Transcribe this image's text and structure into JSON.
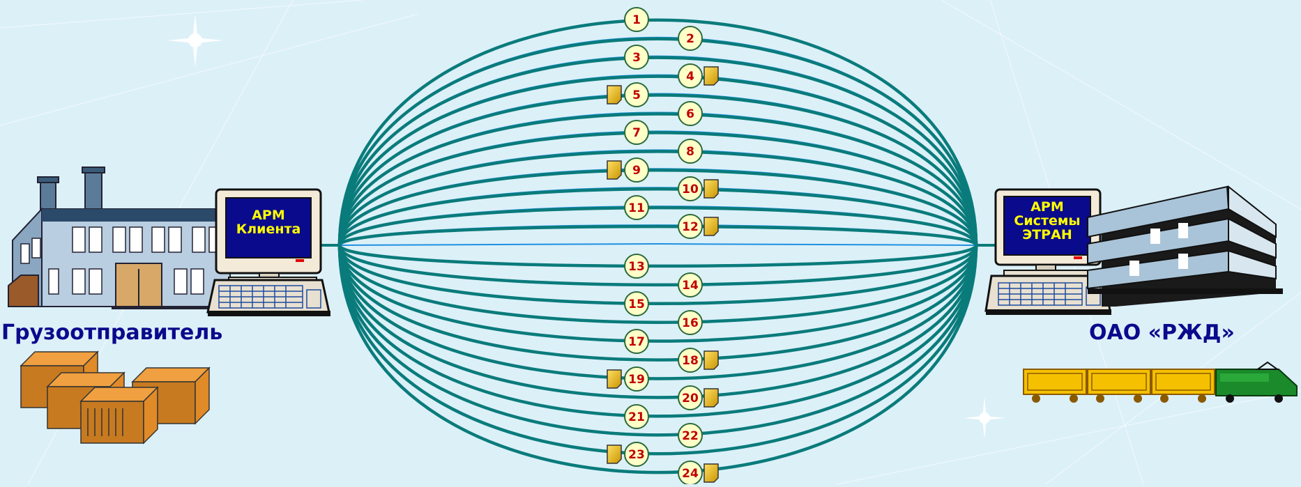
{
  "left_party": {
    "name": "Грузоотправитель",
    "workstation_line1": "АРМ",
    "workstation_line2": "Клиента"
  },
  "right_party": {
    "name": "ОАО «РЖД»",
    "workstation_line1": "АРМ",
    "workstation_line2": "Системы",
    "workstation_line3": "ЭТРАН"
  },
  "channels": [
    {
      "n": "1",
      "doc": ""
    },
    {
      "n": "2",
      "doc": ""
    },
    {
      "n": "3",
      "doc": ""
    },
    {
      "n": "4",
      "doc": "right"
    },
    {
      "n": "5",
      "doc": "left"
    },
    {
      "n": "6",
      "doc": ""
    },
    {
      "n": "7",
      "doc": ""
    },
    {
      "n": "8",
      "doc": ""
    },
    {
      "n": "9",
      "doc": "left"
    },
    {
      "n": "10",
      "doc": "right"
    },
    {
      "n": "11",
      "doc": ""
    },
    {
      "n": "12",
      "doc": "right"
    },
    {
      "n": "13",
      "doc": ""
    },
    {
      "n": "14",
      "doc": ""
    },
    {
      "n": "15",
      "doc": ""
    },
    {
      "n": "16",
      "doc": ""
    },
    {
      "n": "17",
      "doc": ""
    },
    {
      "n": "18",
      "doc": "right"
    },
    {
      "n": "19",
      "doc": "left"
    },
    {
      "n": "20",
      "doc": "right"
    },
    {
      "n": "21",
      "doc": ""
    },
    {
      "n": "22",
      "doc": ""
    },
    {
      "n": "23",
      "doc": "left"
    },
    {
      "n": "24",
      "doc": "right"
    }
  ],
  "colors": {
    "background": "#dcf0f8",
    "thick_line": "#0a7b7b",
    "thin_line": "#1e90e0",
    "badge_fill": "#ffffc8",
    "badge_text": "#c00000",
    "label_text": "#0a0a8c",
    "screen": "#0a0a8c",
    "screen_text": "#ffff00"
  }
}
